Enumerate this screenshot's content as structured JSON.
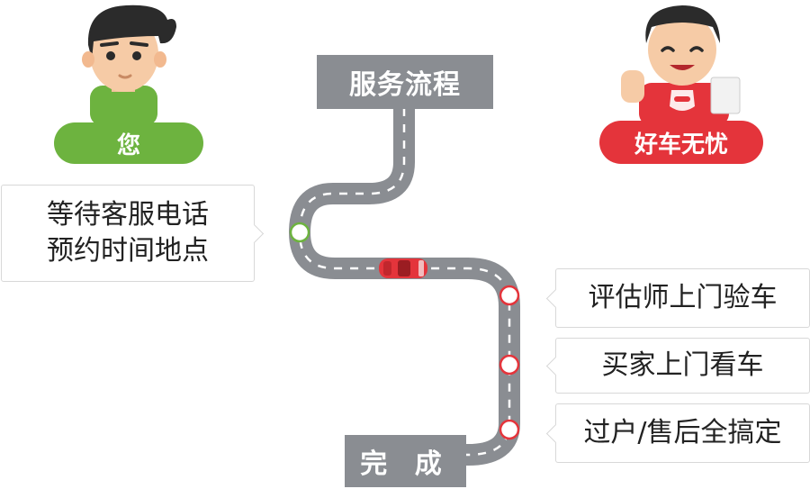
{
  "flow_title": "服务流程",
  "user_label": "您",
  "brand_label": "好车无忧",
  "user_step_lines": [
    "等待客服电话",
    "预约时间地点"
  ],
  "steps": [
    "评估师上门验车",
    "买家上门看车",
    "过户/售后全搞定"
  ],
  "done_label": "完 成",
  "colors": {
    "road": "#8a8d92",
    "user_green": "#6db33f",
    "brand_red": "#e4343b"
  }
}
